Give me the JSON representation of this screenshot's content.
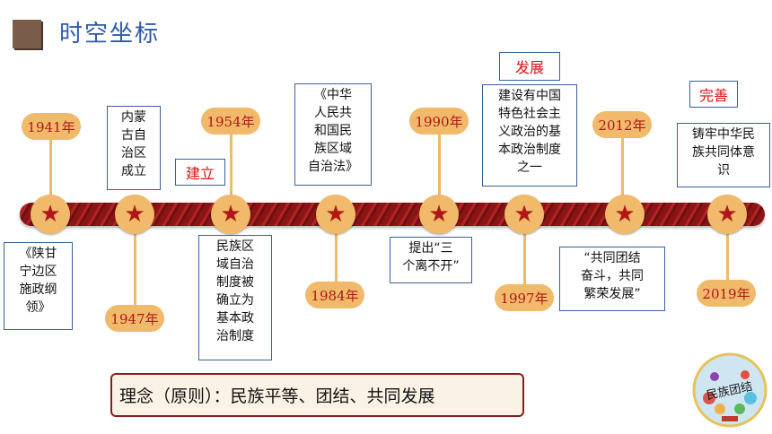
{
  "title": "时空坐标",
  "years": {
    "y1941": "1941年",
    "y1947": "1947年",
    "y1954": "1954年",
    "y1984": "1984年",
    "y1990": "1990年",
    "y1997": "1997年",
    "y2012": "2012年",
    "y2019": "2019年"
  },
  "events": {
    "e1941": [
      "《陕甘",
      "宁边区",
      "施政纲",
      "领》"
    ],
    "e1947": [
      "内蒙",
      "古自",
      "治区",
      "成立"
    ],
    "e1954": [
      "民族区",
      "域自治",
      "制度被",
      "确立为",
      "基本政",
      "治制度"
    ],
    "e1984": [
      "《中华",
      "人民共",
      "和国民",
      "族区域",
      "自治法》"
    ],
    "e1990": [
      "提出“三",
      "个离不开”"
    ],
    "e1997": [
      "建设有中国",
      "特色社会主",
      "义政治的基",
      "本政治制度",
      "之一"
    ],
    "e2012": [
      "“共同团结",
      "奋斗，共同",
      "繁荣发展”"
    ],
    "e2019": [
      "铸牢中华民",
      "族共同体意",
      "识"
    ]
  },
  "tags": {
    "establish": "建立",
    "develop": "发展",
    "improve": "完善"
  },
  "concept": "理念（原则）：民族平等、团结、共同发展",
  "badge_text": "民族团结",
  "star": "★"
}
